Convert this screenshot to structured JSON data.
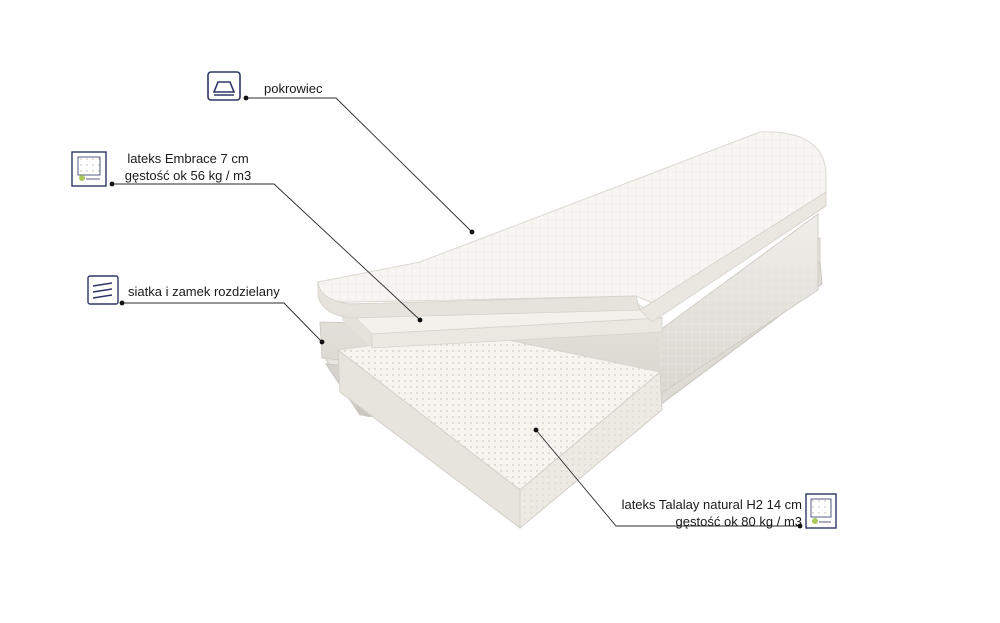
{
  "callouts": {
    "cover": {
      "line1": "pokrowiec",
      "icon": "mattress-cover-icon"
    },
    "top_latex": {
      "line1": "lateks Embrace 7 cm",
      "line2": "gęstość ok 56 kg / m3",
      "icon": "latex-certificate-icon"
    },
    "mesh_zip": {
      "line1": "siatka i zamek rozdzielany",
      "icon": "zipper-layers-icon"
    },
    "bottom_latex": {
      "line1": "lateks Talalay natural H2 14 cm",
      "line2": "gęstość ok 80 kg / m3",
      "icon": "latex-certificate-icon"
    }
  },
  "colors": {
    "leader_line": "#2b2b2b",
    "icon_stroke": "#2e3566",
    "mattress_light": "#f4f3ee",
    "mattress_shadow": "#d9d7cf"
  }
}
